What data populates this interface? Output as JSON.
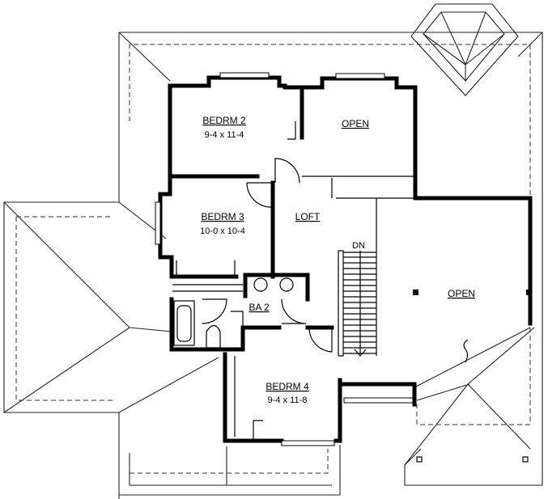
{
  "rooms": {
    "bedroom2": {
      "name": "BEDRM 2",
      "size": "9-4 x 11-4"
    },
    "open_top": {
      "name": "OPEN"
    },
    "bedroom3": {
      "name": "BEDRM 3",
      "size": "10-0 x 10-4"
    },
    "loft": {
      "name": "LOFT"
    },
    "bath2": {
      "name": "BA 2"
    },
    "open_right": {
      "name": "OPEN"
    },
    "bedroom4": {
      "name": "BEDRM 4",
      "size": "9-4 x 11-8"
    }
  },
  "stair": {
    "label": "DN"
  }
}
